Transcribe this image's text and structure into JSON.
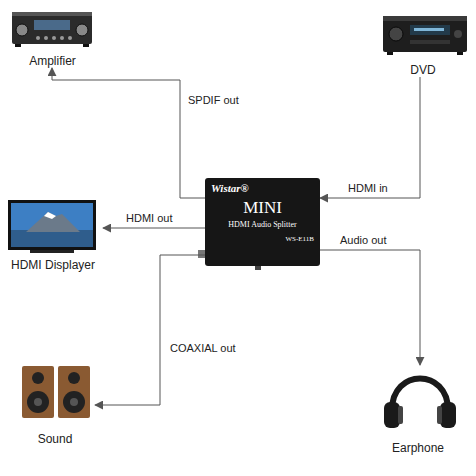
{
  "diagram": {
    "nodes": [
      {
        "text": [
          "Amplifier"
        ]
      },
      {
        "text": [
          "DVD"
        ]
      },
      {
        "text": [
          "Wistar®",
          "MINI",
          "HDMI Audio Splitter",
          "WS-E11B"
        ]
      },
      {
        "text": [
          "HDMI Displayer"
        ]
      },
      {
        "text": [
          "Sound"
        ]
      },
      {
        "text": [
          "Earphone"
        ]
      }
    ],
    "edges": [
      {
        "from": 1,
        "to": 2,
        "label": "HDMI in",
        "arrow": "to"
      },
      {
        "from": 2,
        "to": 0,
        "label": "SPDIF out",
        "arrow": "to"
      },
      {
        "from": 2,
        "to": 3,
        "label": "HDMI out",
        "arrow": "to"
      },
      {
        "from": 2,
        "to": 4,
        "label": "COAXIAL out",
        "arrow": "to"
      },
      {
        "from": 2,
        "to": 5,
        "label": "Audio out",
        "arrow": "to"
      }
    ]
  }
}
